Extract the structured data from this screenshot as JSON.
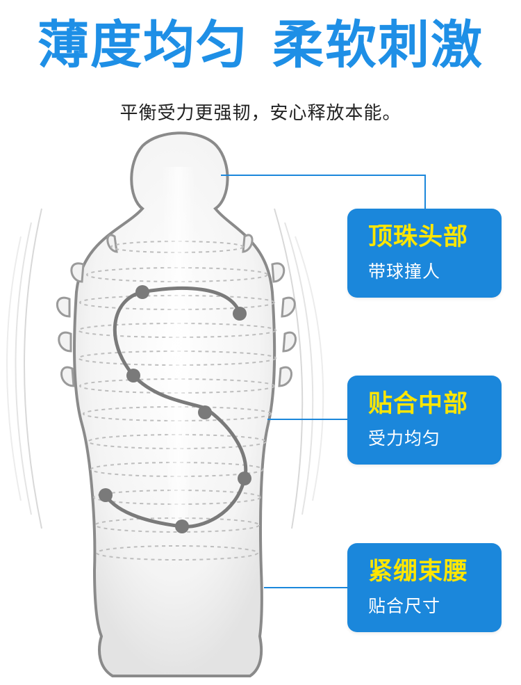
{
  "headline": {
    "left": "薄度均匀",
    "right": "柔软刺激"
  },
  "subline": "平衡受力更强韧，安心释放本能。",
  "features": [
    {
      "title": "顶珠头部",
      "desc": "带球撞人"
    },
    {
      "title": "贴合中部",
      "desc": "受力均匀"
    },
    {
      "title": "紧绷束腰",
      "desc": "贴合尺寸"
    }
  ],
  "colors": {
    "brand_blue": "#1e8fe6",
    "card_blue": "#1b87db",
    "title_yellow": "#ffe600",
    "outline_gray": "#8a8a8a"
  },
  "icons": [
    "s-curve-dots-icon",
    "product-outline-icon"
  ]
}
